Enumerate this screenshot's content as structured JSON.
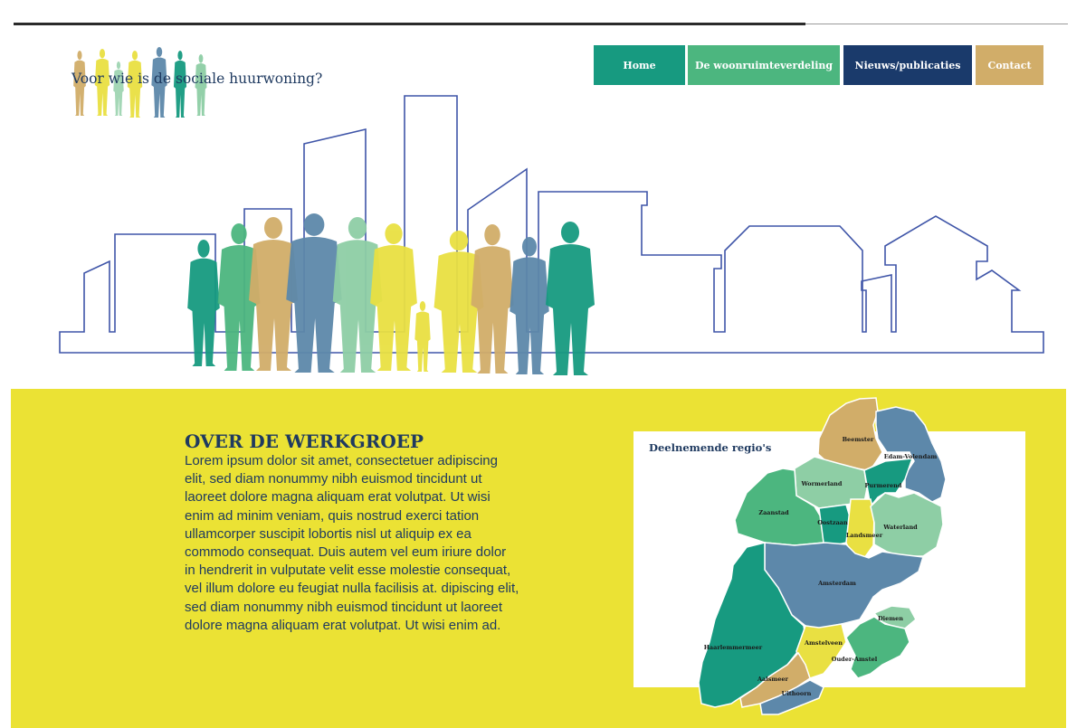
{
  "site": {
    "title": "Voor wie is de sociale huurwoning?"
  },
  "nav": {
    "items": [
      {
        "label": "Home",
        "color": "#179a80"
      },
      {
        "label": "De woonruimteverdeling",
        "color": "#4cb67f"
      },
      {
        "label": "Nieuws/publicaties",
        "color": "#1a3a6b"
      },
      {
        "label": "Contact",
        "color": "#d1ad69"
      }
    ]
  },
  "about": {
    "heading": "OVER DE WERKGROEP",
    "text": "Lorem ipsum dolor sit amet, consectetuer adipiscing elit, sed diam nonummy nibh euismod tincidunt ut laoreet dolore magna aliquam erat volutpat. Ut wisi enim ad minim veniam, quis nostrud exerci tation ullamcorper suscipit lobortis nisl ut aliquip ex ea commodo consequat. Duis autem vel eum iriure dolor in hendrerit in vulputate velit esse molestie consequat, vel illum dolore eu feugiat nulla facilisis at. dipiscing elit, sed diam nonummy nibh euismod tincidunt ut laoreet dolore magna aliquam erat volutpat. Ut wisi enim ad."
  },
  "map": {
    "title": "Deelnemende regio's",
    "regions": [
      {
        "name": "Beemster"
      },
      {
        "name": "Edam-Volendam"
      },
      {
        "name": "Wormerland"
      },
      {
        "name": "Purmerend"
      },
      {
        "name": "Zaanstad"
      },
      {
        "name": "Oostzaan"
      },
      {
        "name": "Landsmeer"
      },
      {
        "name": "Waterland"
      },
      {
        "name": "Amsterdam"
      },
      {
        "name": "Diemen"
      },
      {
        "name": "Haarlemmermeer"
      },
      {
        "name": "Amstelveen"
      },
      {
        "name": "Ouder-Amstel"
      },
      {
        "name": "Aalsmeer"
      },
      {
        "name": "Uithoorn"
      }
    ]
  },
  "colors": {
    "yellow_band": "#ebe234",
    "navy": "#1f3a60",
    "teal": "#179a80",
    "green": "#4cb67f",
    "light_green": "#8ecea5",
    "steel_blue": "#5d88aa",
    "sand": "#d1ad69",
    "yellow": "#e9e042",
    "skyline_stroke": "#3f55a8"
  }
}
